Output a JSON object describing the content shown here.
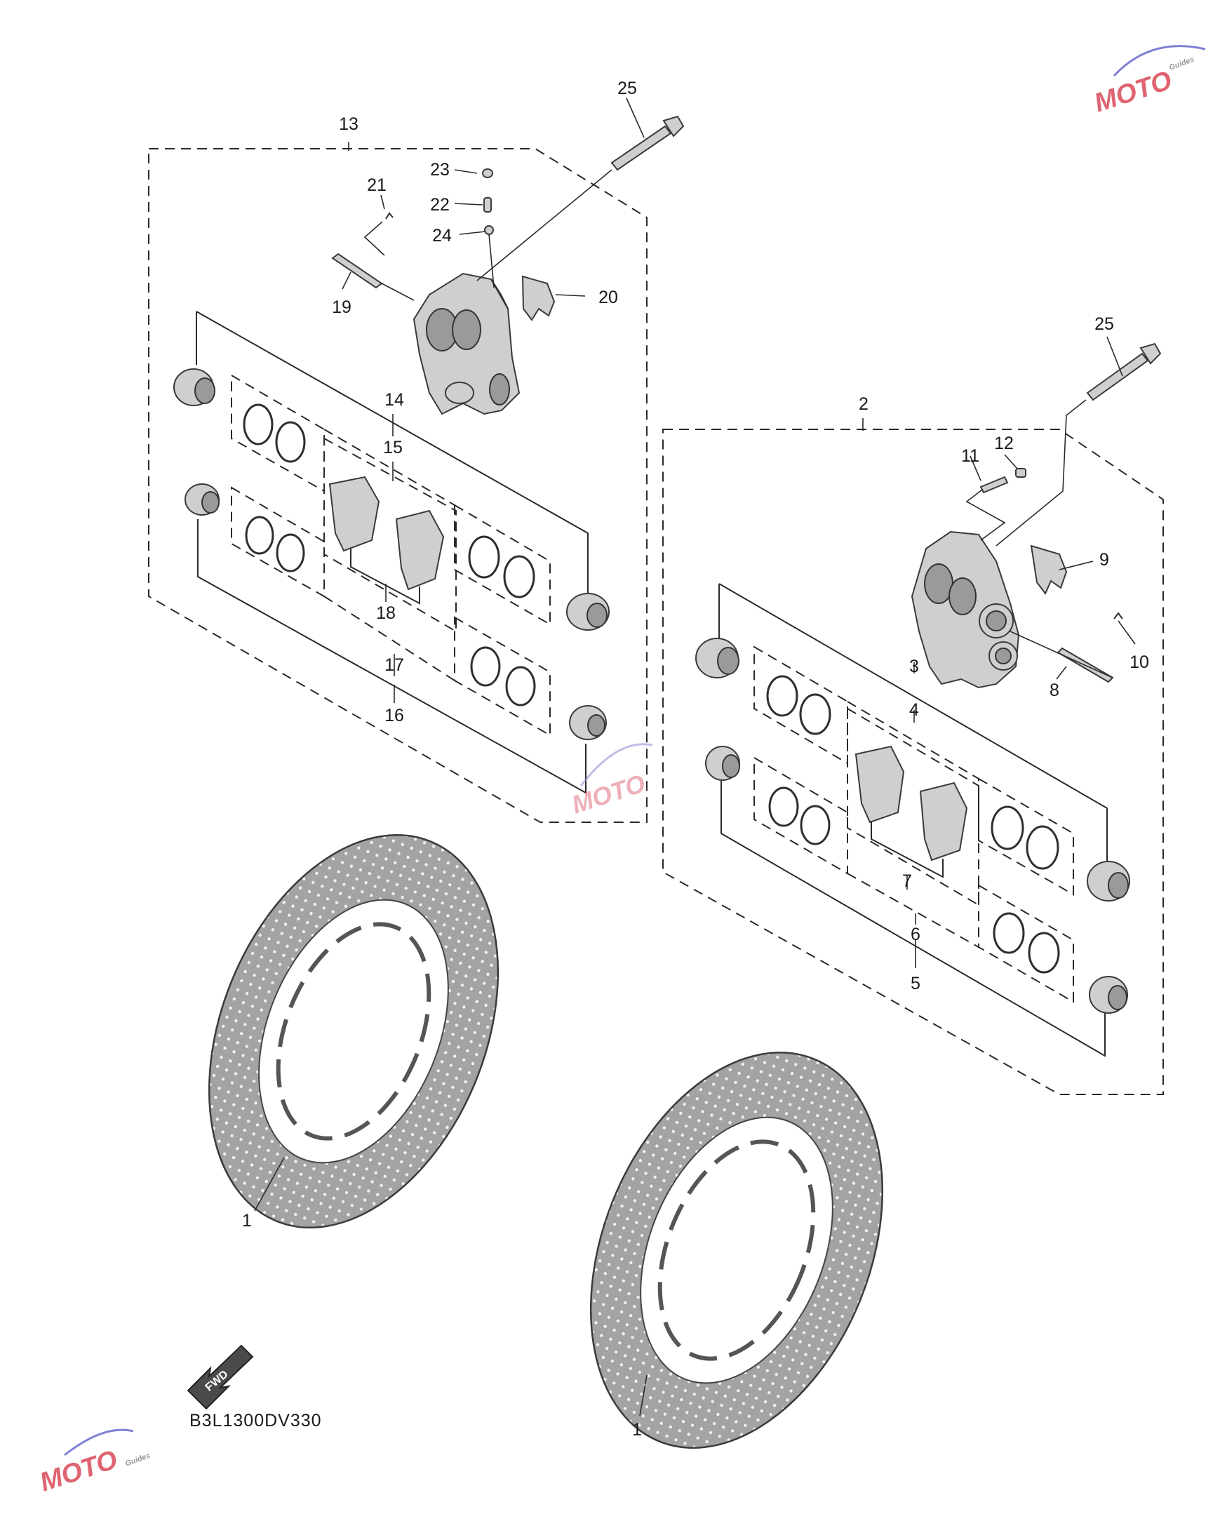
{
  "diagram_code": "B3L1300DV330",
  "fwd_label": "FWD",
  "watermark": {
    "text": "MOTO",
    "subtext": "Guides"
  },
  "callouts": {
    "c1a": "1",
    "c1b": "1",
    "c2": "2",
    "c3": "3",
    "c4": "4",
    "c5": "5",
    "c6": "6",
    "c7": "7",
    "c8": "8",
    "c9": "9",
    "c10": "10",
    "c11": "11",
    "c12": "12",
    "c13": "13",
    "c14": "14",
    "c15": "15",
    "c16": "16",
    "c17": "17",
    "c18": "18",
    "c19": "19",
    "c20": "20",
    "c21": "21",
    "c22": "22",
    "c23": "23",
    "c24": "24",
    "c25a": "25",
    "c25b": "25"
  },
  "colors": {
    "line": "#2a2a2a",
    "part_fill": "#cfcfcf",
    "disc_fill": "#9e9e9e",
    "watermark": "#d94a5a"
  }
}
